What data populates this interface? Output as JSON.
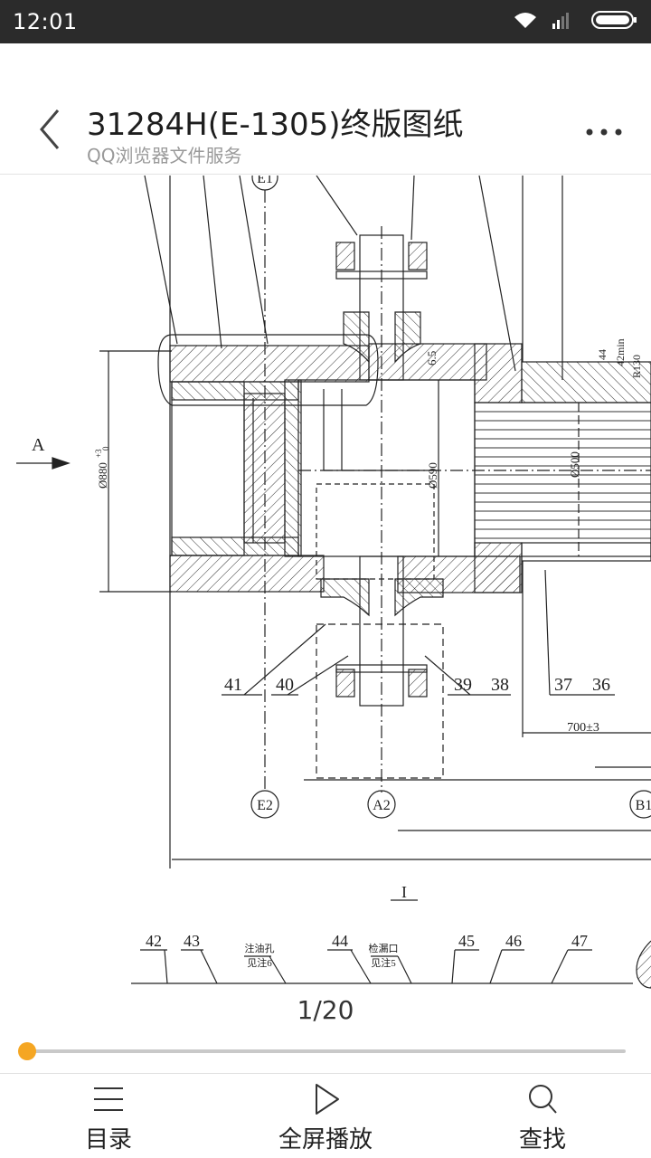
{
  "status_bar": {
    "time": "12:01",
    "icons": [
      "wifi-icon",
      "signal-icon",
      "battery-icon"
    ]
  },
  "header": {
    "title": "31284H(E-1305)终版图纸",
    "subtitle": "QQ浏览器文件服务",
    "back_icon": "chevron-left-icon",
    "more_icon": "more-dots-icon"
  },
  "drawing": {
    "labels": {
      "section_a": "A",
      "dia_880": "Ø880",
      "dia_880_tol": "+3",
      "dia_880_tol_low": "0",
      "dim_65": "6.5",
      "dia_590": "Ø590",
      "dia_500": "Ø500",
      "dim_44": "44",
      "dim_42min": "42min",
      "r130": "R130",
      "dim_700": "700±3",
      "detail_i": "I",
      "note_oil": "注油孔",
      "note_oil_ref": "见注6",
      "note_leak": "检漏口",
      "note_leak_ref": "见注5"
    },
    "callouts": {
      "c41": "41",
      "c40": "40",
      "c39": "39",
      "c38": "38",
      "c37": "37",
      "c36": "36",
      "c42": "42",
      "c43": "43",
      "c44": "44",
      "c45": "45",
      "c46": "46",
      "c47": "47"
    },
    "axis_markers": {
      "e1": "E1",
      "e2": "E2",
      "a2": "A2",
      "b1": "B1"
    }
  },
  "pager": {
    "current": "1",
    "total": "20",
    "text": "1/20",
    "progress_fraction": 0.0
  },
  "bottom_bar": {
    "items": [
      {
        "label": "目录",
        "icon": "list-icon"
      },
      {
        "label": "全屏播放",
        "icon": "play-icon"
      },
      {
        "label": "查找",
        "icon": "search-icon"
      }
    ]
  },
  "colors": {
    "accent": "#f5a623",
    "status_bar": "#2b2b2b"
  }
}
